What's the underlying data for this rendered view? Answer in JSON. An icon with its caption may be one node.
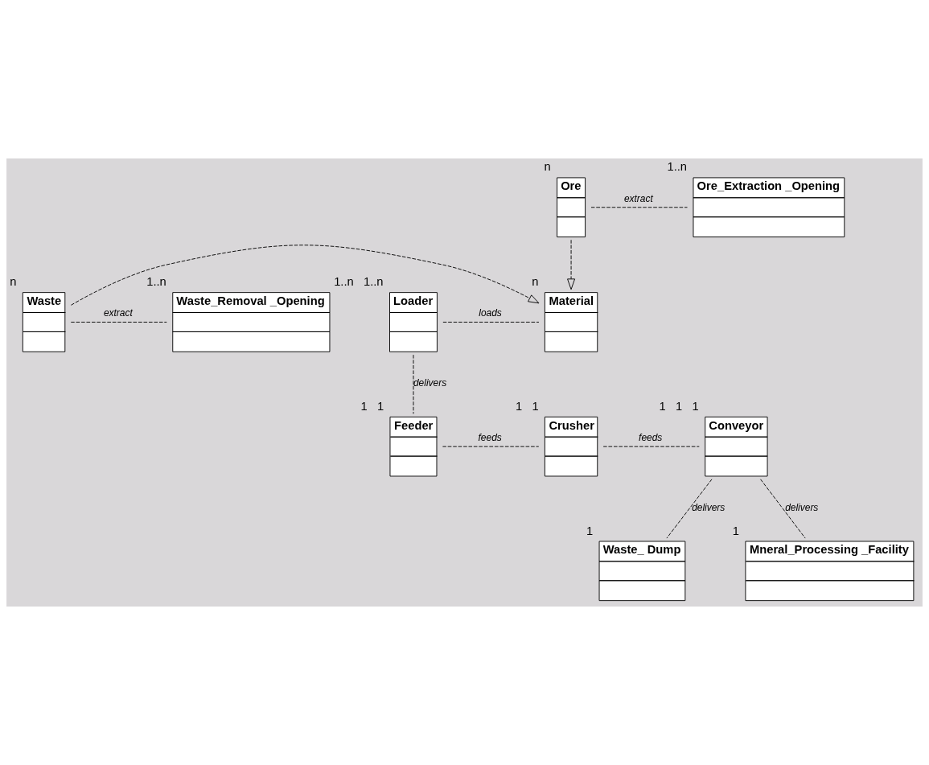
{
  "diagram": {
    "nodes": [
      {
        "text": [
          "Waste"
        ],
        "beside": [
          "n"
        ]
      },
      {
        "text": [
          "Waste_Removal _Opening"
        ],
        "beside": [
          "1..n"
        ]
      },
      {
        "text": [
          "Loader"
        ],
        "beside": [
          "1..n",
          "1..n"
        ]
      },
      {
        "text": [
          "Material"
        ],
        "beside": [
          "n"
        ]
      },
      {
        "text": [
          "Ore"
        ],
        "beside": [
          "n"
        ]
      },
      {
        "text": [
          "Ore_Extraction _Opening"
        ],
        "beside": [
          "1..n"
        ]
      },
      {
        "text": [
          "Feeder"
        ],
        "beside": [
          "1",
          "1"
        ]
      },
      {
        "text": [
          "Crusher"
        ],
        "beside": [
          "1",
          "1"
        ]
      },
      {
        "text": [
          "Conveyor"
        ],
        "beside": [
          "1",
          "1",
          "1"
        ]
      },
      {
        "text": [
          "Waste_ Dump"
        ],
        "beside": [
          "1"
        ]
      },
      {
        "text": [
          "Mneral_Processing _Facility"
        ],
        "beside": [
          "1"
        ]
      }
    ],
    "edges": [
      {
        "from": 0,
        "to": 3,
        "arrow": "to",
        "style": "dashed"
      },
      {
        "from": 0,
        "to": 1,
        "arrow": "none",
        "label": "extract",
        "style": "dashed"
      },
      {
        "from": 2,
        "to": 3,
        "arrow": "none",
        "label": "loads",
        "style": "dashed"
      },
      {
        "from": 4,
        "to": 3,
        "arrow": "to",
        "style": "dashed"
      },
      {
        "from": 4,
        "to": 5,
        "arrow": "none",
        "label": "extract",
        "style": "dashed"
      },
      {
        "from": 2,
        "to": 6,
        "arrow": "none",
        "label": "delivers",
        "style": "dashed"
      },
      {
        "from": 6,
        "to": 7,
        "arrow": "none",
        "label": "feeds",
        "style": "dashed"
      },
      {
        "from": 7,
        "to": 8,
        "arrow": "none",
        "label": "feeds",
        "style": "dashed"
      },
      {
        "from": 8,
        "to": 9,
        "arrow": "none",
        "label": "delivers",
        "style": "dashed"
      },
      {
        "from": 8,
        "to": 10,
        "arrow": "none",
        "label": "delivers",
        "style": "dashed"
      }
    ]
  }
}
